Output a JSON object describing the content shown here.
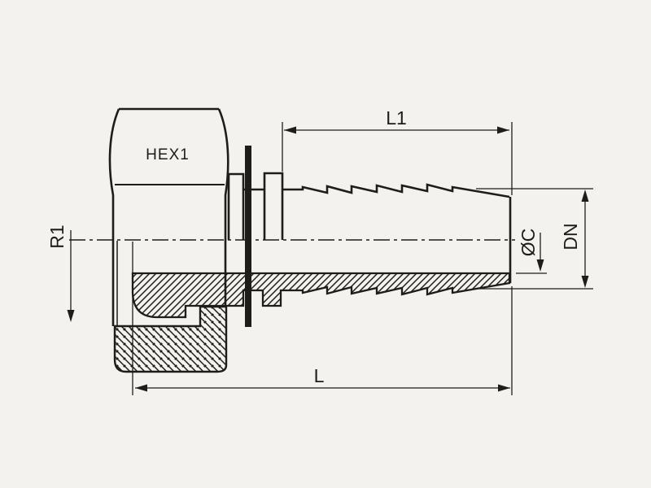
{
  "drawing": {
    "type": "technical-drawing",
    "part": "hose-fitting-half-section",
    "labels": {
      "hex": "HEX1",
      "tail_length": "L1",
      "total_length": "L",
      "radius": "R1",
      "bore_diameter": "ØC",
      "hose_diameter": "DN"
    },
    "colors": {
      "ink": "#1d1d1b",
      "background": "#f4f2ef"
    }
  }
}
